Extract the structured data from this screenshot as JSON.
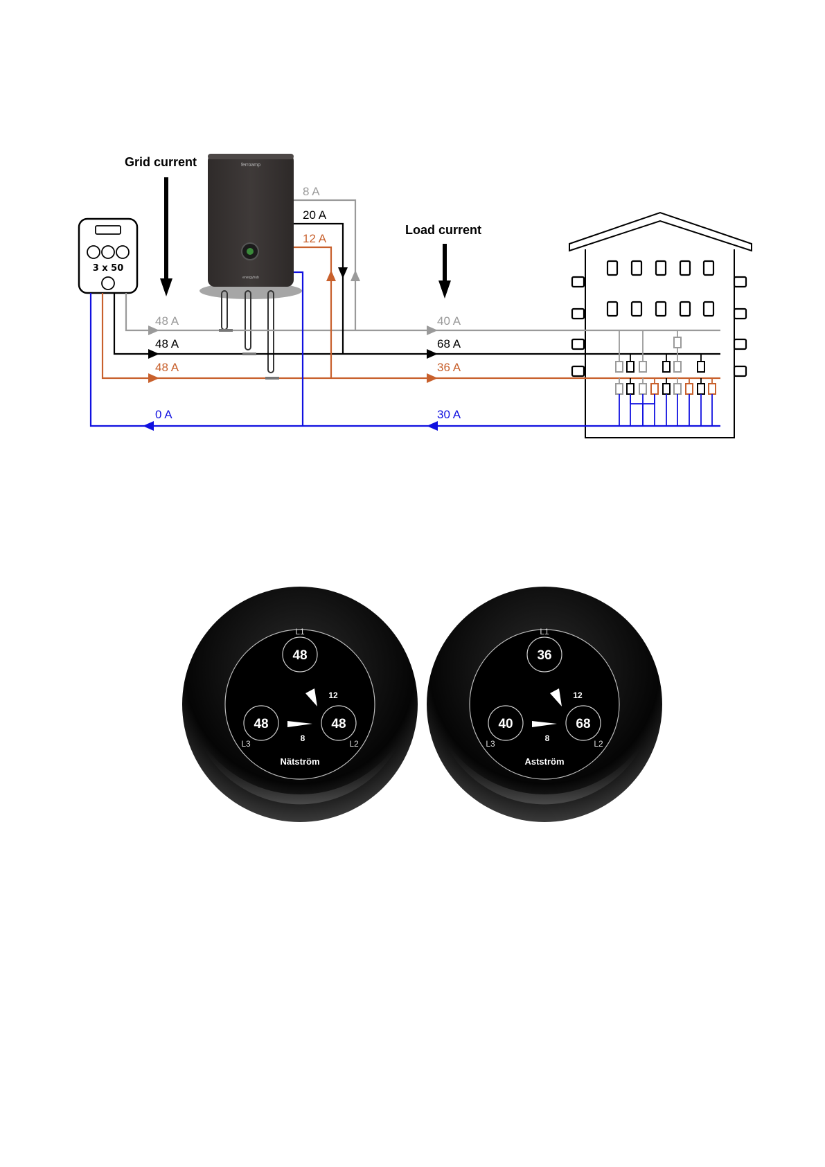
{
  "colors": {
    "grey": "#9a9a9a",
    "black": "#000000",
    "orange": "#c8602c",
    "blue": "#1010e0",
    "device": "#3b3635",
    "display_bg": "#000000"
  },
  "headers": {
    "grid_current": "Grid current",
    "load_current": "Load current"
  },
  "meter": {
    "rating": "3 x 50"
  },
  "compensation": {
    "grey": "8 A",
    "black": "20 A",
    "orange": "12 A"
  },
  "grid_values": {
    "grey": "48 A",
    "black": "48 A",
    "orange": "48 A",
    "blue": "0 A"
  },
  "load_values": {
    "grey": "40 A",
    "black": "68 A",
    "orange": "36 A",
    "blue": "30 A"
  },
  "device": {
    "brand": "ferroamp",
    "model": "energyhub"
  },
  "icons": {
    "meter": "electricity-meter-icon",
    "device": "energy-hub-device-icon",
    "building": "building-icon",
    "arrow": "arrow-down-icon"
  },
  "displays": [
    {
      "title": "Nätström",
      "l1": "48",
      "l2": "48",
      "l3": "48",
      "unbalance_top": "12",
      "unbalance_bottom": "8",
      "phase_l1": "L1",
      "phase_l2": "L2",
      "phase_l3": "L3"
    },
    {
      "title": "Astström",
      "l1": "36",
      "l2": "68",
      "l3": "40",
      "unbalance_top": "12",
      "unbalance_bottom": "8",
      "phase_l1": "L1",
      "phase_l2": "L2",
      "phase_l3": "L3"
    }
  ]
}
